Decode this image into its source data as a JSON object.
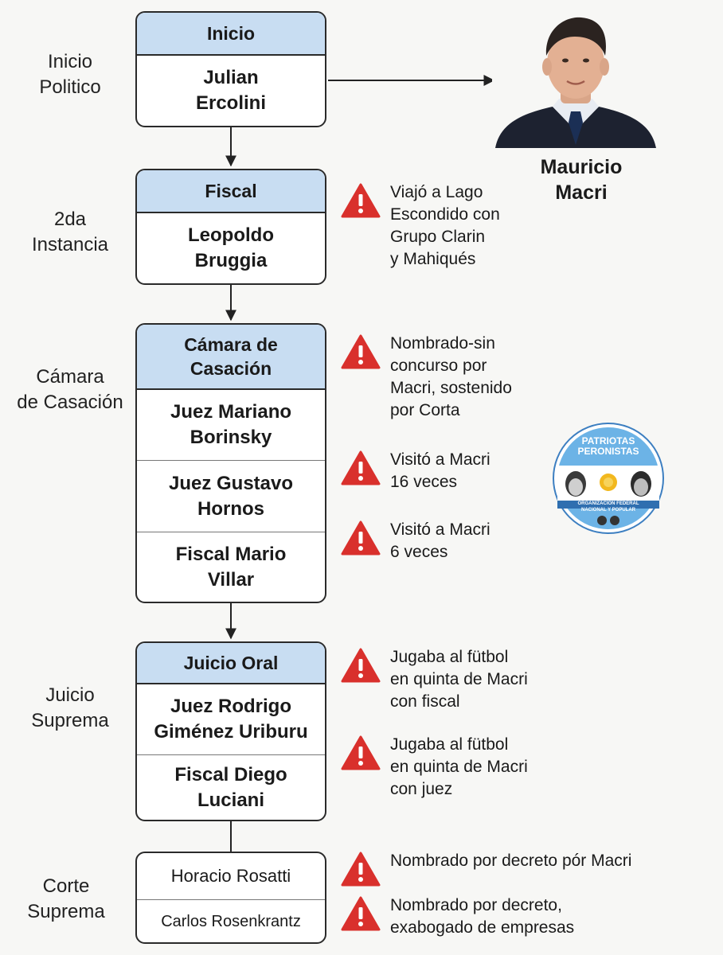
{
  "stages": [
    {
      "label": "Inicio\nPolitico"
    },
    {
      "label": "2da\nInstancia"
    },
    {
      "label": "Cámara\nde Casación"
    },
    {
      "label": "Juicio\nSuprema"
    },
    {
      "label": "Corte\nSuprema"
    }
  ],
  "boxes": {
    "inicio": {
      "header": "Inicio",
      "rows": [
        "Julian\nErcolini"
      ]
    },
    "fiscal": {
      "header": "Fiscal",
      "rows": [
        "Leopoldo\nBruggia"
      ]
    },
    "casacion": {
      "header": "Cámara de\nCasación",
      "rows": [
        "Juez Mariano\nBorinsky",
        "Juez Gustavo\nHornos",
        "Fiscal Mario\nVillar"
      ]
    },
    "juicio": {
      "header": "Juicio Oral",
      "rows": [
        "Juez Rodrigo\nGiménez Uriburu",
        "Fiscal Diego\nLuciani"
      ]
    },
    "corte": {
      "rows": [
        "Horacio Rosatti",
        "Carlos Rosenkrantz"
      ]
    }
  },
  "notes": [
    "Viajó a Lago\nEscondido con\nGrupo Clarin\ny Mahiqués",
    "Nombrado-sin\nconcurso por\nMacri, sostenido\npor Corta",
    "Visitó a Macri\n16 veces",
    "Visitó a Macri\n6 veces",
    "Jugaba al fütbol\nen quinta de Macri\ncon fiscal",
    "Jugaba al fütbol\nen quinta de Macri\ncon juez",
    "Nombrado por decreto pór Macri",
    "Nombrado por decreto,\nexabogado de empresas"
  ],
  "portrait": {
    "name": "Mauricio\nMacri"
  },
  "logo": {
    "title_line1": "PATRIOTAS",
    "title_line2": "PERONISTAS",
    "subtitle_line1": "ORGANIZACIÓN FEDERAL",
    "subtitle_line2": "NACIONAL Y POPULAR"
  },
  "colors": {
    "header_fill": "#c8ddf2",
    "warning_red": "#d9302c",
    "logo_blue": "#6cb3e6"
  }
}
